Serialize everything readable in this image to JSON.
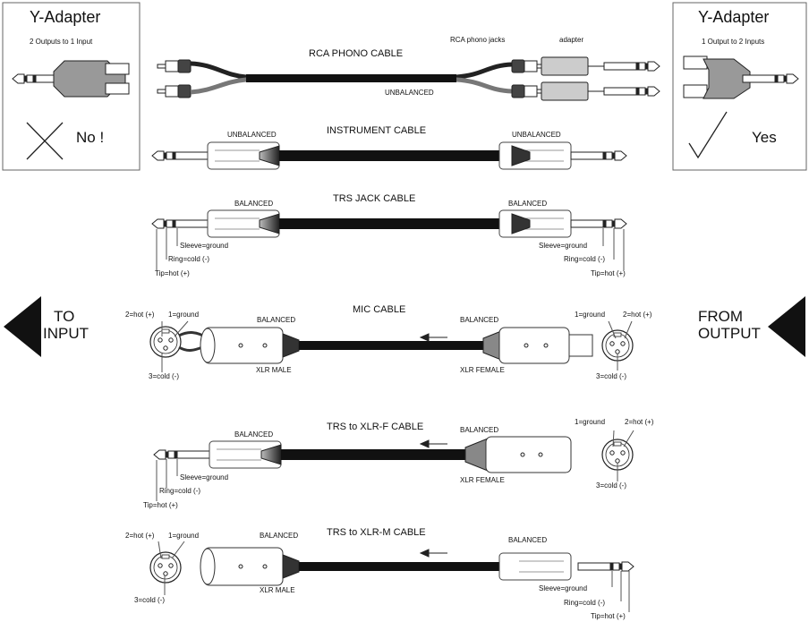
{
  "y_adapter_left": {
    "title": "Y-Adapter",
    "subtitle": "2 Outputs to 1 Input",
    "verdict": "No !"
  },
  "y_adapter_right": {
    "title": "Y-Adapter",
    "subtitle": "1 Output to 2 Inputs",
    "verdict": "Yes"
  },
  "rca_cable": {
    "title": "RCA PHONO CABLE",
    "jacks_label": "RCA phono jacks",
    "adapter_label": "adapter",
    "balance_label": "UNBALANCED"
  },
  "instrument_cable": {
    "title": "INSTRUMENT CABLE",
    "left_label": "UNBALANCED",
    "right_label": "UNBALANCED"
  },
  "trs_cable": {
    "title": "TRS JACK CABLE",
    "left_label": "BALANCED",
    "right_label": "BALANCED",
    "left_sleeve": "Sleeve=ground",
    "left_ring": "Ring=cold (-)",
    "left_tip": "Tip=hot (+)",
    "right_sleeve": "Sleeve=ground",
    "right_ring": "Ring=cold (-)",
    "right_tip": "Tip=hot (+)"
  },
  "direction": {
    "to_line1": "TO",
    "to_line2": "INPUT",
    "from_line1": "FROM",
    "from_line2": "OUTPUT"
  },
  "mic_cable": {
    "title": "MIC CABLE",
    "left_label": "BALANCED",
    "right_label": "BALANCED",
    "male_label": "XLR MALE",
    "female_label": "XLR FEMALE",
    "left_pin2": "2=hot (+)",
    "left_pin1": "1=ground",
    "left_pin3": "3=cold (-)",
    "right_pin1": "1=ground",
    "right_pin2": "2=hot (+)",
    "right_pin3": "3=cold (-)"
  },
  "trs_xlrf_cable": {
    "title": "TRS to XLR-F CABLE",
    "left_label": "BALANCED",
    "right_label": "BALANCED",
    "female_label": "XLR FEMALE",
    "sleeve": "Sleeve=ground",
    "ring": "Ring=cold (-)",
    "tip": "Tip=hot (+)",
    "pin1": "1=ground",
    "pin2": "2=hot (+)",
    "pin3": "3=cold (-)"
  },
  "trs_xlrm_cable": {
    "title": "TRS to XLR-M CABLE",
    "left_label": "BALANCED",
    "right_label": "BALANCED",
    "male_label": "XLR MALE",
    "pin2": "2=hot (+)",
    "pin1": "1=ground",
    "pin3": "3=cold (-)",
    "sleeve": "Sleeve=ground",
    "ring": "Ring=cold (-)",
    "tip": "Tip=hot (+)"
  }
}
